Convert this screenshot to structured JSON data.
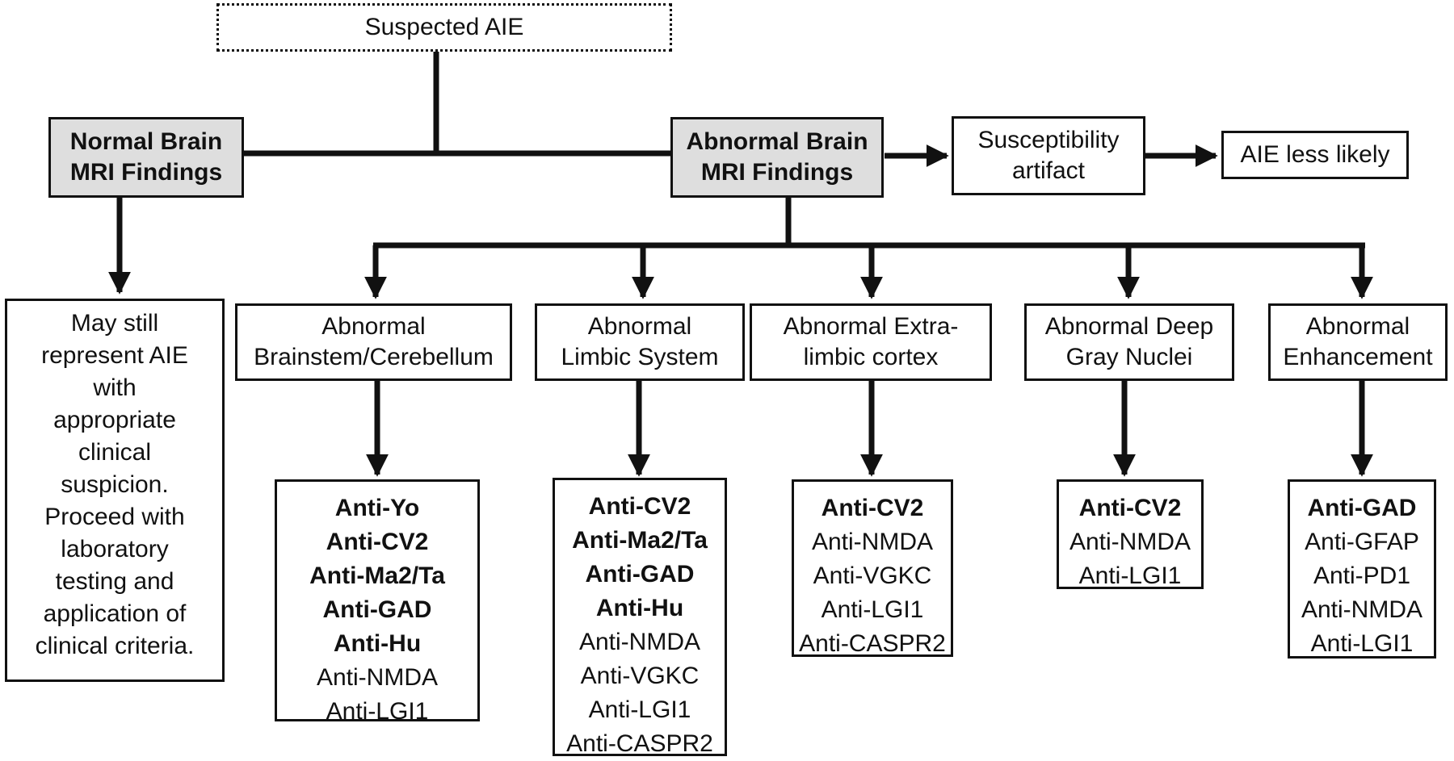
{
  "suspected": "Suspected AIE",
  "normal": {
    "line1": "Normal Brain",
    "line2": "MRI Findings"
  },
  "abnormal": {
    "line1": "Abnormal Brain",
    "line2": "MRI Findings"
  },
  "susceptibility": {
    "line1": "Susceptibility",
    "line2": "artifact"
  },
  "less_likely": "AIE less likely",
  "normal_note": [
    "May still",
    "represent AIE",
    "with",
    "appropriate",
    "clinical",
    "suspicion.",
    "Proceed with",
    "laboratory",
    "testing and",
    "application of",
    "clinical criteria."
  ],
  "categories": [
    {
      "line1": "Abnormal",
      "line2": "Brainstem/Cerebellum",
      "bold": [
        "Anti-Yo",
        "Anti-CV2",
        "Anti-Ma2/Ta",
        "Anti-GAD",
        "Anti-Hu"
      ],
      "regular": [
        "Anti-NMDA",
        "Anti-LGI1"
      ]
    },
    {
      "line1": "Abnormal",
      "line2": "Limbic System",
      "bold": [
        "Anti-CV2",
        "Anti-Ma2/Ta",
        "Anti-GAD",
        "Anti-Hu"
      ],
      "regular": [
        "Anti-NMDA",
        "Anti-VGKC",
        "Anti-LGI1",
        "Anti-CASPR2"
      ]
    },
    {
      "line1": "Abnormal Extra-",
      "line2": "limbic cortex",
      "bold": [
        "Anti-CV2"
      ],
      "regular": [
        "Anti-NMDA",
        "Anti-VGKC",
        "Anti-LGI1",
        "Anti-CASPR2"
      ]
    },
    {
      "line1": "Abnormal Deep",
      "line2": "Gray Nuclei",
      "bold": [
        "Anti-CV2"
      ],
      "regular": [
        "Anti-NMDA",
        "Anti-LGI1"
      ]
    },
    {
      "line1": "Abnormal",
      "line2": "Enhancement",
      "bold": [
        "Anti-GAD"
      ],
      "regular": [
        "Anti-GFAP",
        "Anti-PD1",
        "Anti-NMDA",
        "Anti-LGI1"
      ]
    }
  ]
}
